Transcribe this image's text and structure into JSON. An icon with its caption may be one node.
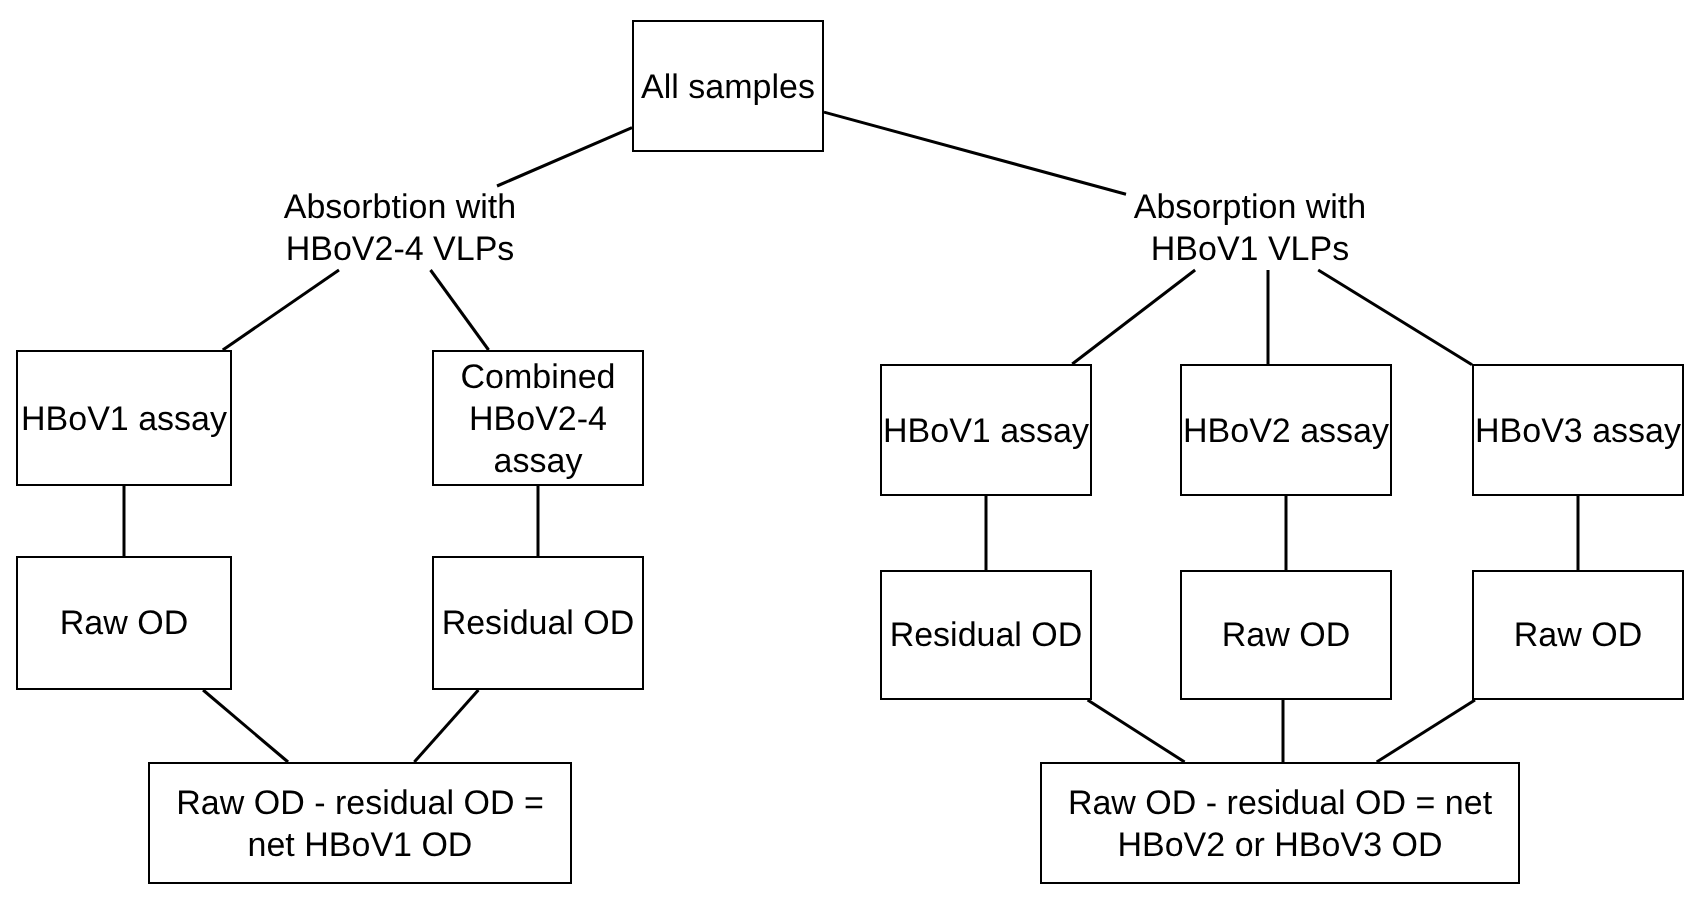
{
  "diagram": {
    "nodes": [
      {
        "text": [
          "All samples"
        ]
      },
      {
        "text": [
          "Absorbtion with HBoV2-4 VLPs"
        ]
      },
      {
        "text": [
          "Absorption with HBoV1 VLPs"
        ]
      },
      {
        "text": [
          "HBoV1 assay"
        ]
      },
      {
        "text": [
          "Combined HBoV2-4 assay"
        ]
      },
      {
        "text": [
          "Raw OD"
        ]
      },
      {
        "text": [
          "Residual OD"
        ]
      },
      {
        "text": [
          "Raw OD - residual OD = net HBoV1 OD"
        ]
      },
      {
        "text": [
          "HBoV1 assay"
        ]
      },
      {
        "text": [
          "HBoV2 assay"
        ]
      },
      {
        "text": [
          "HBoV3 assay"
        ]
      },
      {
        "text": [
          "Residual OD"
        ]
      },
      {
        "text": [
          "Raw OD"
        ]
      },
      {
        "text": [
          "Raw OD"
        ]
      },
      {
        "text": [
          "Raw OD - residual OD = net HBoV2 or HBoV3 OD"
        ]
      }
    ],
    "edges": [
      {
        "from": 0,
        "to": 1,
        "arrow": "none"
      },
      {
        "from": 0,
        "to": 2,
        "arrow": "none"
      },
      {
        "from": 1,
        "to": 3,
        "arrow": "none"
      },
      {
        "from": 1,
        "to": 4,
        "arrow": "none"
      },
      {
        "from": 2,
        "to": 8,
        "arrow": "none"
      },
      {
        "from": 2,
        "to": 9,
        "arrow": "none"
      },
      {
        "from": 2,
        "to": 10,
        "arrow": "none"
      },
      {
        "from": 3,
        "to": 5,
        "arrow": "none"
      },
      {
        "from": 4,
        "to": 6,
        "arrow": "none"
      },
      {
        "from": 8,
        "to": 11,
        "arrow": "none"
      },
      {
        "from": 9,
        "to": 12,
        "arrow": "none"
      },
      {
        "from": 10,
        "to": 13,
        "arrow": "none"
      },
      {
        "from": 5,
        "to": 7,
        "arrow": "none"
      },
      {
        "from": 6,
        "to": 7,
        "arrow": "none"
      },
      {
        "from": 11,
        "to": 14,
        "arrow": "none"
      },
      {
        "from": 12,
        "to": 14,
        "arrow": "none"
      },
      {
        "from": 13,
        "to": 14,
        "arrow": "none"
      }
    ]
  }
}
